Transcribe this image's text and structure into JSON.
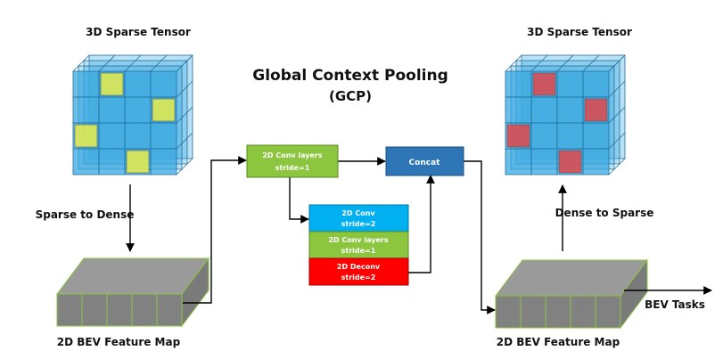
{
  "title": {
    "line1": "Global Context Pooling",
    "line2": "(GCP)"
  },
  "left": {
    "tensor_label": "3D Sparse Tensor",
    "transform_label": "Sparse to Dense",
    "bev_label": "2D BEV Feature Map",
    "highlight_color": "#e8ec4a"
  },
  "right": {
    "tensor_label": "3D Sparse Tensor",
    "transform_label": "Dense to Sparse",
    "bev_label": "2D BEV Feature Map",
    "highlight_color": "#e0464a"
  },
  "blocks": {
    "conv_top": {
      "line1": "2D Conv layers",
      "line2": "stride=1",
      "color": "#8cc63f"
    },
    "concat": {
      "label": "Concat",
      "color": "#2e75b6"
    },
    "conv_s2": {
      "line1": "2D Conv",
      "line2": "stride=2",
      "color": "#00b0f0"
    },
    "conv_s1": {
      "line1": "2D Conv layers",
      "line2": "stride=1",
      "color": "#8cc63f"
    },
    "deconv": {
      "line1": "2D Deconv",
      "line2": "stride=2",
      "color": "#ff0000"
    }
  },
  "output_label": "BEV Tasks",
  "colors": {
    "voxel": "#3aa8e0",
    "voxel_edge": "#1f6f9e",
    "bev": "#6b6b6b",
    "bev_edge": "#8cc63f"
  }
}
